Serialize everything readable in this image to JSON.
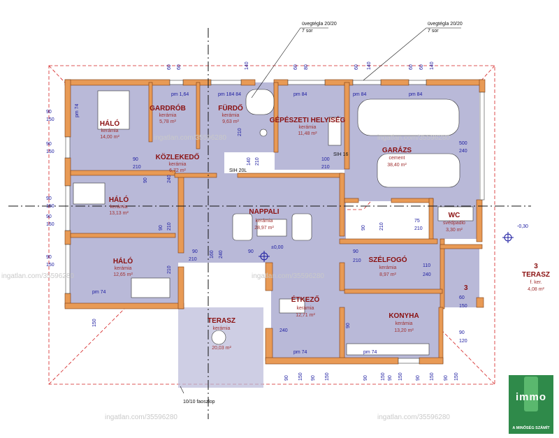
{
  "rooms": {
    "halo1": {
      "name": "HÁLÓ",
      "floor": "kerámia",
      "area": "14,00 m²"
    },
    "gardrob": {
      "name": "GARDRÓB",
      "floor": "kerámia",
      "area": "5,78 m²"
    },
    "furdo": {
      "name": "FÜRDŐ",
      "floor": "kerámia",
      "area": "9,63 m²"
    },
    "gepeszeti": {
      "name": "GÉPÉSZETI HELYISÉG",
      "floor": "kerámia",
      "area": "11,48 m²"
    },
    "garazs": {
      "name": "GARÁZS",
      "floor": "cement",
      "area": "38,40 m²"
    },
    "kozlekedo": {
      "name": "KÖZLEKEDŐ",
      "floor": "kerámia",
      "area": "6,72 m²"
    },
    "halo2": {
      "name": "HÁLÓ",
      "floor": "kerámia",
      "area": "13,13 m²"
    },
    "nappali": {
      "name": "NAPPALI",
      "floor": "kerámia",
      "area": "28,97 m²"
    },
    "wc": {
      "name": "WC",
      "floor": "svédpadló",
      "area": "3,30 m²"
    },
    "halo3": {
      "name": "HÁLÓ",
      "floor": "kerámia",
      "area": "12,65 m²"
    },
    "szelfogo": {
      "name": "SZÉLFOGÓ",
      "floor": "kerámia",
      "area": "8,97 m²"
    },
    "etkezo": {
      "name": "ÉTKEZŐ",
      "floor": "kerámia",
      "area": "12,71 m²"
    },
    "konyha": {
      "name": "KONYHA",
      "floor": "kerámia",
      "area": "13,20 m²"
    },
    "terasz1": {
      "name": "TERASZ",
      "floor": "kerámia",
      "area": "20,03 m²"
    },
    "terasz3": {
      "name": "TERASZ",
      "number": "3",
      "floor": "f. ker.",
      "area": "4,08 m²"
    }
  },
  "notes": {
    "glass1_line1": "üvegtégla 20/20",
    "glass1_line2": "7 sor",
    "glass2_line1": "üvegtégla 20/20",
    "glass2_line2": "7 sor",
    "post": "10/10 faoszlop",
    "sih16": "SIH 16",
    "sih20": "SIH 20L",
    "level0": "±0,00",
    "level_minus": "-0,30",
    "terrace_number": "3"
  },
  "dimensions": {
    "top_row": [
      "60",
      "60",
      "140",
      "60",
      "80",
      "60",
      "140",
      "60",
      "60",
      "140"
    ],
    "pm_labels": [
      "pm 1,64",
      "pm 184 84",
      "pm 84",
      "pm 84",
      "pm 84"
    ],
    "left_col": [
      "90",
      "150",
      "90",
      "150",
      "90",
      "150",
      "90",
      "150",
      "90",
      "150"
    ],
    "pm74": "pm 74",
    "misc": [
      "90",
      "210",
      "100",
      "210",
      "210",
      "140",
      "210",
      "500",
      "240",
      "75",
      "210",
      "90",
      "240",
      "90",
      "210",
      "160",
      "240",
      "90",
      "210",
      "110",
      "240",
      "60",
      "150",
      "90",
      "120",
      "90",
      "240",
      "210",
      "90",
      "210",
      "90",
      "210",
      "90",
      "150"
    ],
    "bottom_row": [
      "90",
      "150",
      "90",
      "150",
      "90",
      "150",
      "90",
      "150",
      "90",
      "150",
      "90",
      "150"
    ]
  },
  "watermarks": [
    "ingatlan.com/35596280",
    "ingatlan.com/35596280",
    "ingatlan.com/35596280",
    "ingatlan.com/35596280",
    "ingatlan.com/35596280",
    "ingatlan.com/35596280"
  ],
  "logo": {
    "word": "immo",
    "tagline": "A MINŐSÉG SZÁMÍT"
  },
  "colors": {
    "room_fill": "#b9b9d8",
    "wall": "#e89a55",
    "roof_line": "#d42020",
    "dimension": "#1a1aa0",
    "logo_green": "#2f8a4a"
  }
}
